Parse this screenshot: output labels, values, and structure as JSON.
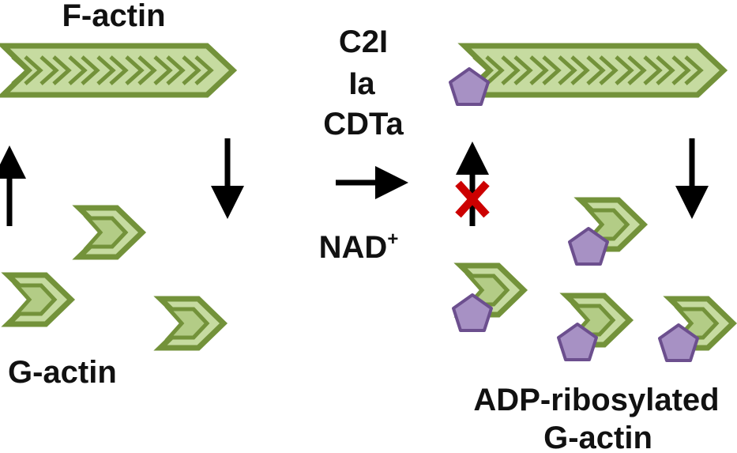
{
  "labels": {
    "f_actin": "F-actin",
    "g_actin": "G-actin",
    "toxin_1": "C2I",
    "toxin_2": "Ia",
    "toxin_3": "CDTa",
    "cofactor": "NAD",
    "cofactor_charge": "+",
    "adp_line1": "ADP-ribosylated",
    "adp_line2": "G-actin"
  },
  "colors": {
    "actin_fill": "#c6dba0",
    "actin_stroke": "#73923a",
    "adp_ribose_fill": "#a791c4",
    "adp_ribose_stroke": "#6c4f8e",
    "arrow": "#000000",
    "block_mark": "#cc0000"
  },
  "icons": {
    "adp_ribose": "pentagon",
    "actin_monomer": "chevron",
    "block": "x-mark"
  }
}
